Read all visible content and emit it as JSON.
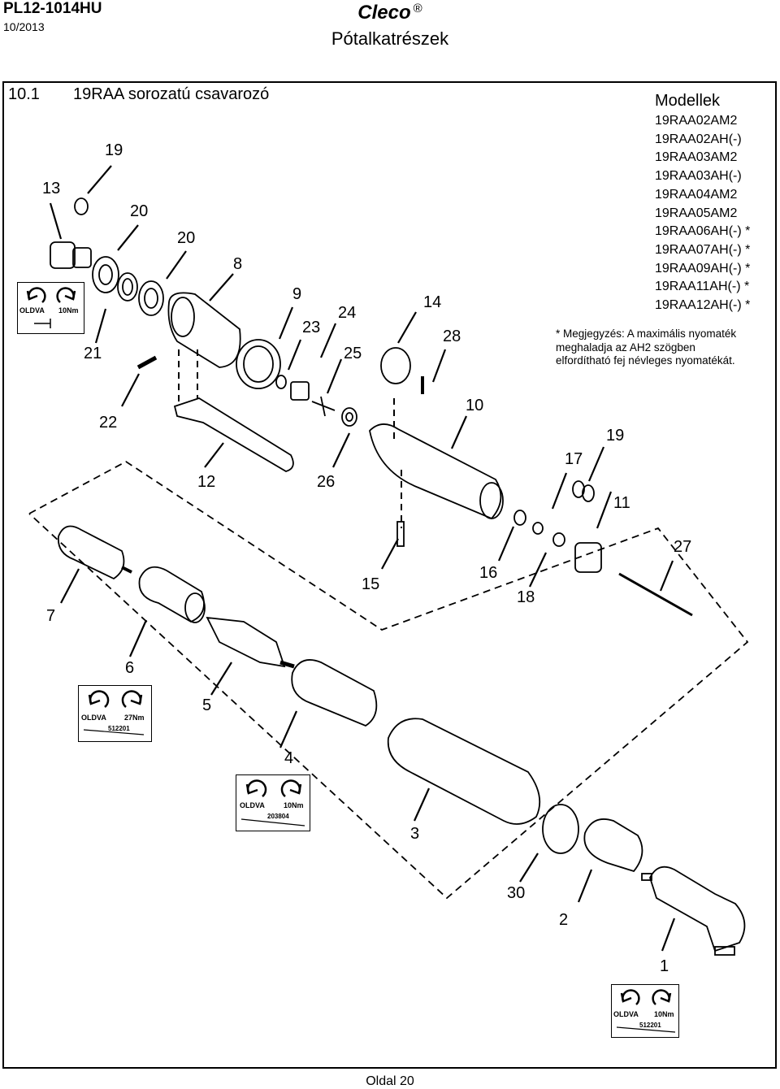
{
  "header": {
    "doc_code": "PL12-1014HU",
    "date": "10/2013",
    "brand": "Cleco",
    "registered": "®",
    "title": "Pótalkatrészek"
  },
  "section": {
    "number": "10.1",
    "title": "19RAA sorozatú csavarozó"
  },
  "models": {
    "heading": "Modellek",
    "items": [
      "19RAA02AM2",
      "19RAA02AH(-)",
      "19RAA03AM2",
      "19RAA03AH(-)",
      "19RAA04AM2",
      "19RAA05AM2",
      "19RAA06AH(-) *",
      "19RAA07AH(-) *",
      "19RAA09AH(-) *",
      "19RAA11AH(-) *",
      "19RAA12AH(-) *"
    ],
    "note": [
      "* Megjegyzés: A maximális nyomaték",
      "meghaladja az AH2 szögben",
      "elfordítható fej névleges nyomatékát."
    ]
  },
  "callouts": [
    "19",
    "13",
    "20",
    "20",
    "8",
    "9",
    "24",
    "23",
    "14",
    "28",
    "25",
    "21",
    "22",
    "10",
    "19",
    "17",
    "12",
    "26",
    "11",
    "27",
    "15",
    "16",
    "18",
    "7",
    "6",
    "5",
    "4",
    "3",
    "30",
    "2",
    "1"
  ],
  "torque_labels": [
    {
      "label": "OLDVA",
      "torque": "10Nm",
      "part": ""
    },
    {
      "label": "OLDVA",
      "torque": "27Nm",
      "part": "512201"
    },
    {
      "label": "OLDVA",
      "torque": "10Nm",
      "part": "203804"
    },
    {
      "label": "OLDVA",
      "torque": "10Nm",
      "part": "512201"
    }
  ],
  "footer": {
    "page": "Oldal 20"
  }
}
